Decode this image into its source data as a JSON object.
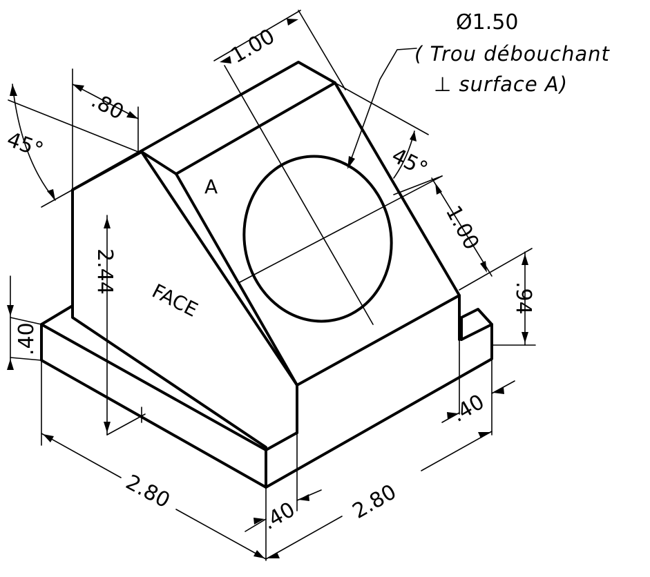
{
  "hole_callout": {
    "diameter": "Ø1.50",
    "line1": "( Trou débouchant",
    "line2": "⊥ surface A)"
  },
  "labels": {
    "surface": "A",
    "face": "FACE"
  },
  "dimensions": {
    "top_width": ".80",
    "chamfer_left_angle": "45°",
    "chamfer_right_angle": "45°",
    "hole_offset_top": "1.00",
    "hole_offset_right": "1.00",
    "face_height": "2.44",
    "base_height": ".40",
    "step_height": ".94",
    "step_depth": ".40",
    "base_length_left": "2.80",
    "base_length_right": "2.80",
    "base_lip": ".40"
  }
}
